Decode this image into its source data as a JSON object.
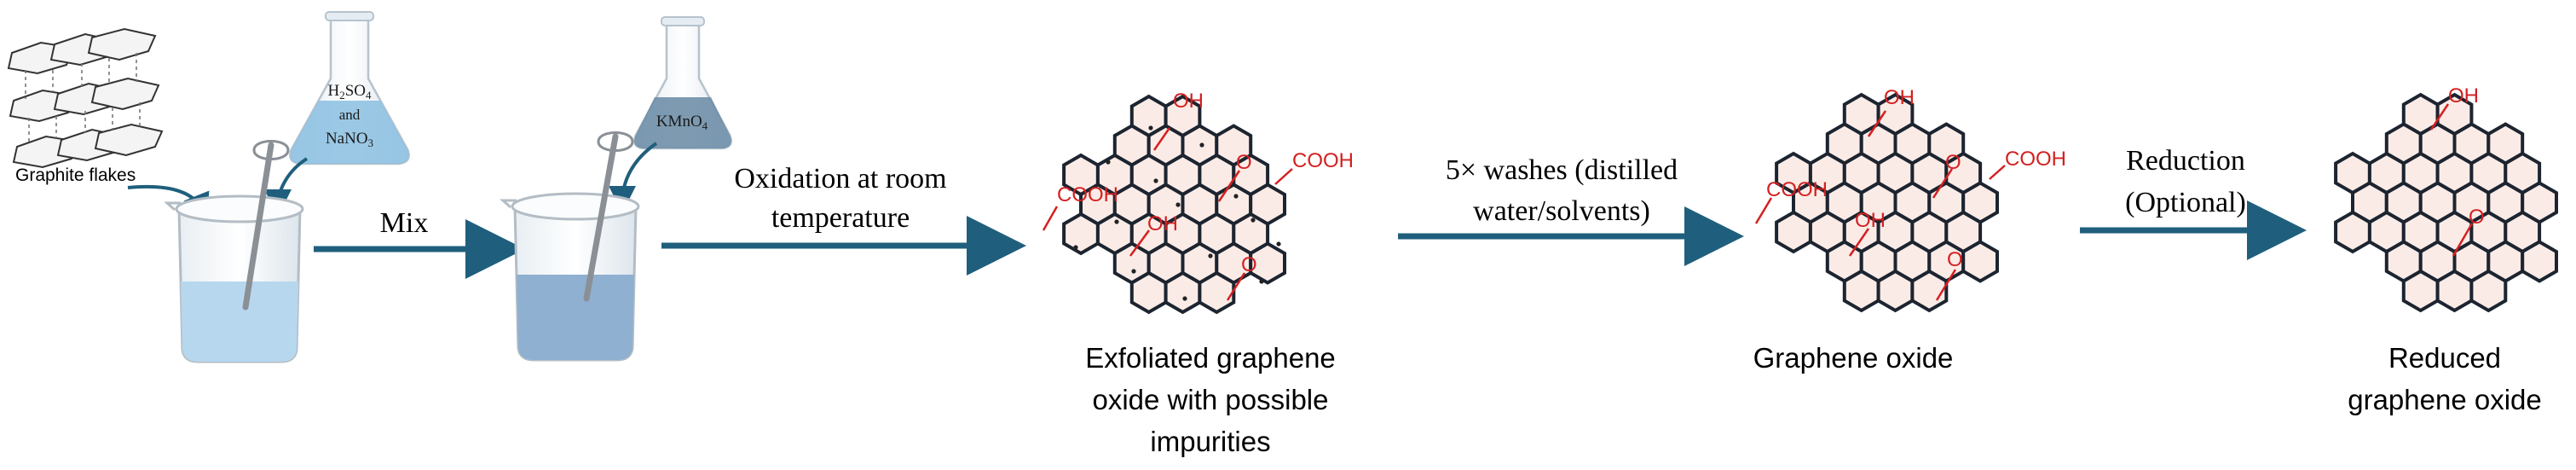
{
  "diagram": {
    "graphite_label": "Graphite flakes",
    "flask1": {
      "line1_main": "H",
      "line1_sub1": "2",
      "line1_mid": "SO",
      "line1_sub2": "4",
      "line2": "and",
      "line3_main": "NaNO",
      "line3_sub": "3"
    },
    "flask2": {
      "main": "KMnO",
      "sub": "4"
    },
    "steps": [
      {
        "label_lines": [
          "Mix"
        ]
      },
      {
        "label_lines": [
          "Oxidation at room",
          "temperature"
        ]
      },
      {
        "label_lines": [
          "5× washes (distilled",
          "water/solvents)"
        ]
      },
      {
        "label_lines": [
          "Reduction",
          "(Optional)"
        ]
      }
    ],
    "products": [
      {
        "caption_lines": [
          "Exfoliated graphene",
          "oxide with possible",
          "impurities"
        ]
      },
      {
        "caption_lines": [
          "Graphene oxide"
        ]
      },
      {
        "caption_lines": [
          "Reduced",
          "graphene oxide"
        ]
      }
    ],
    "groups": {
      "oh": "OH",
      "cooh": "COOH",
      "o": "O"
    },
    "colors": {
      "arrow": "#1f5f7d",
      "hex_fill": "#fbebe6",
      "hex_stroke": "#1c2430",
      "func_group": "#d42020",
      "liquid_light": "#b7d7ee",
      "liquid_dark": "#8fb0d0",
      "flask1_liquid": "#8fc2e2",
      "flask2_liquid": "#6f8fa8"
    }
  }
}
